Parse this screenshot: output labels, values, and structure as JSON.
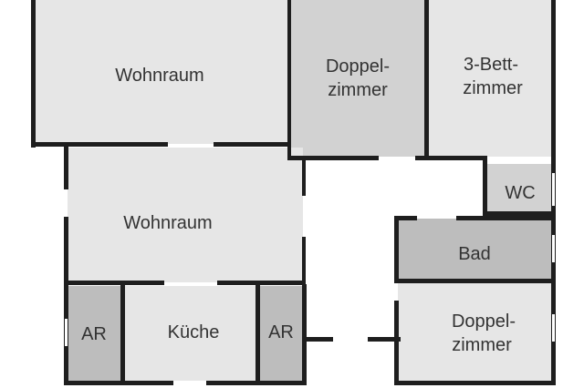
{
  "colors": {
    "wall": "#1e1e1e",
    "light_room": "#e6e6e6",
    "medium_room": "#d2d2d2",
    "dark_room": "#bdbdbd",
    "text": "#333333"
  },
  "rooms": {
    "wohnraum_top": {
      "label": "Wohnraum"
    },
    "doppelzimmer_top": {
      "label_line1": "Doppel-",
      "label_line2": "zimmer"
    },
    "dreibettzimmer": {
      "label_line1": "3-Bett-",
      "label_line2": "zimmer"
    },
    "wc": {
      "label": "WC"
    },
    "wohnraum_middle": {
      "label": "Wohnraum"
    },
    "bad": {
      "label": "Bad"
    },
    "ar_left": {
      "label": "AR"
    },
    "kueche": {
      "label": "Küche"
    },
    "ar_right": {
      "label": "AR"
    },
    "doppelzimmer_bottom": {
      "label_line1": "Doppel-",
      "label_line2": "zimmer"
    }
  }
}
